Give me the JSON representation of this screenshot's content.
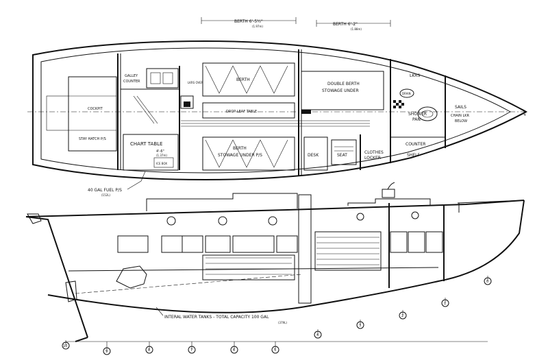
{
  "dimensions": {
    "berth_aft": "BERTH 6'-5½\"",
    "berth_aft_metric": "(1.97m)",
    "berth_fwd": "BERTH 6'-2\"",
    "berth_fwd_metric": "(1.88m)"
  },
  "plan_labels": {
    "cockpit": "COCKPIT",
    "stay_hatch": "STAY HATCH P/S",
    "galley_counter_1": "GALLEY",
    "galley_counter_2": "COUNTER",
    "icebox_note": "ICE BOX",
    "chart_table": "CHART TABLE",
    "chart_dim": "4'-6\"",
    "chart_dim_metric": "(1.37m)",
    "lkrs_over": "LKRS OVER",
    "berth_upper": "BERTH",
    "drop_leaf_table": "DROP LEAF TABLE",
    "berth_lower": "BERTH",
    "stowage_under_ps": "STOWAGE UNDER P/S",
    "double_berth": "DOUBLE BERTH",
    "stowage_under": "STOWAGE UNDER",
    "desk": "DESK",
    "seat": "SEAT",
    "clothes_locker_1": "CLOTHES",
    "clothes_locker_2": "LOCKER",
    "shower_pan_1": "SHOWER",
    "shower_pan_2": "PAN",
    "drain": "DRAIN",
    "lkrs": "LKRS",
    "sails": "SAILS",
    "chain_lkr_1": "CHAIN LKR",
    "chain_lkr_2": "BELOW",
    "counter": "COUNTER",
    "shelf": "SHELF",
    "cl": "¢"
  },
  "notes": {
    "fuel": "40 GAL FUEL P/S",
    "fuel_metric": "(152L)",
    "water": "INTERAL WATER TANKS - TOTAL CAPACITY 100 GAL",
    "water_metric": "(379L)"
  },
  "stations": [
    "10",
    "9",
    "8",
    "7",
    "6",
    "5",
    "4",
    "3",
    "2",
    "1",
    "0"
  ]
}
